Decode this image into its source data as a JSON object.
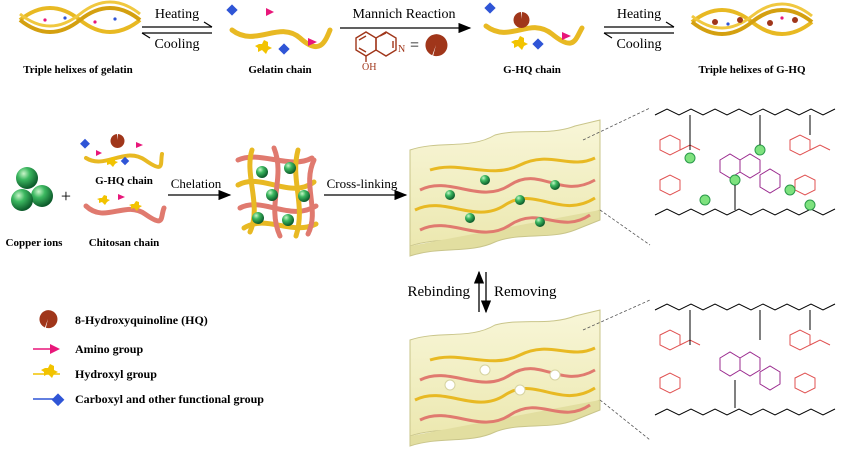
{
  "top_row": {
    "heating_left": "Heating",
    "cooling_left": "Cooling",
    "mannich": "Mannich Reaction",
    "equals": "=",
    "oh": "OH",
    "n_atom": "N",
    "heating_right": "Heating",
    "cooling_right": "Cooling",
    "label_gelatin_helix": "Triple helixes of gelatin",
    "label_gelatin_chain": "Gelatin chain",
    "label_ghq_chain": "G-HQ chain",
    "label_ghq_helix": "Triple helixes of G-HQ"
  },
  "middle_row": {
    "plus": "+",
    "ghq_chain": "G-HQ chain",
    "chitosan_chain": "Chitosan chain",
    "copper_ions": "Copper ions",
    "chelation": "Chelation",
    "cross_linking": "Cross-linking"
  },
  "reversible": {
    "rebinding": "Rebinding",
    "removing": "Removing"
  },
  "legend": {
    "items": [
      {
        "label": "8-Hydroxyquinoline (HQ)",
        "symbol": "hq",
        "color": "#a0361a"
      },
      {
        "label": "Amino group",
        "symbol": "amino",
        "color": "#e8177a"
      },
      {
        "label": "Hydroxyl group",
        "symbol": "hydroxyl",
        "color": "#f2c300"
      },
      {
        "label": "Carboxyl and other functional group",
        "symbol": "carboxyl",
        "color": "#2f55d6"
      }
    ]
  },
  "colors": {
    "gelatin": "#e8b923",
    "chitosan": "#e07a6f",
    "copper": "#2ea85a",
    "network_box": "#f3f0c3",
    "red_structure": "#e05050",
    "purple_structure": "#9a2a8e"
  }
}
